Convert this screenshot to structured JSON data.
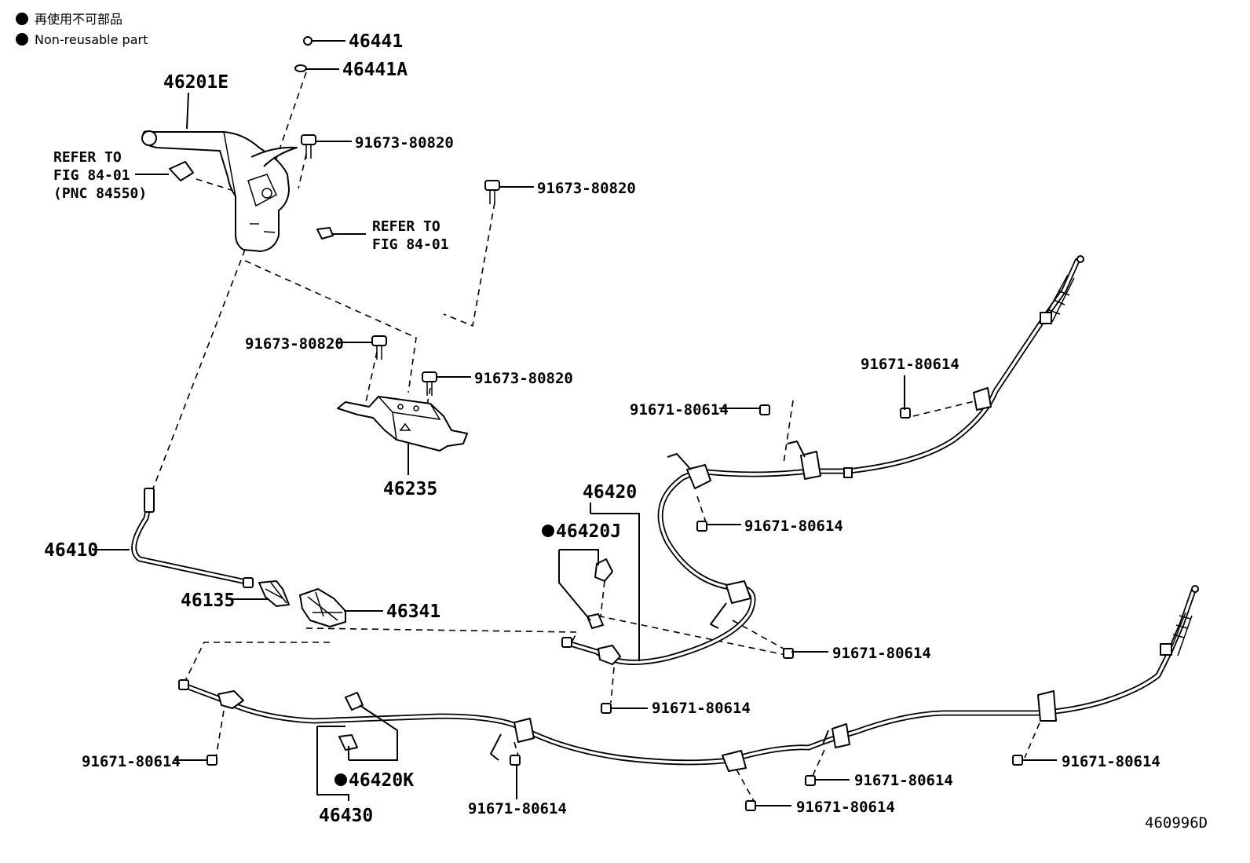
{
  "legend": [
    {
      "text": "再使用不可部品"
    },
    {
      "text": "Non-reusable part"
    }
  ],
  "labels": {
    "p46441": "46441",
    "p46441a": "46441A",
    "p46201e": "46201E",
    "p46235": "46235",
    "p46410": "46410",
    "p46135": "46135",
    "p46341": "46341",
    "p46420": "46420",
    "p46420j": "46420J",
    "p46420k": "46420K",
    "p46430": "46430",
    "bolt_80820": "91673-80820",
    "bolt_80614": "91671-80614",
    "refer_to": "REFER TO",
    "fig": "FIG 84-01",
    "pnc": "(PNC 84550)",
    "diagram_id": "460996D"
  }
}
